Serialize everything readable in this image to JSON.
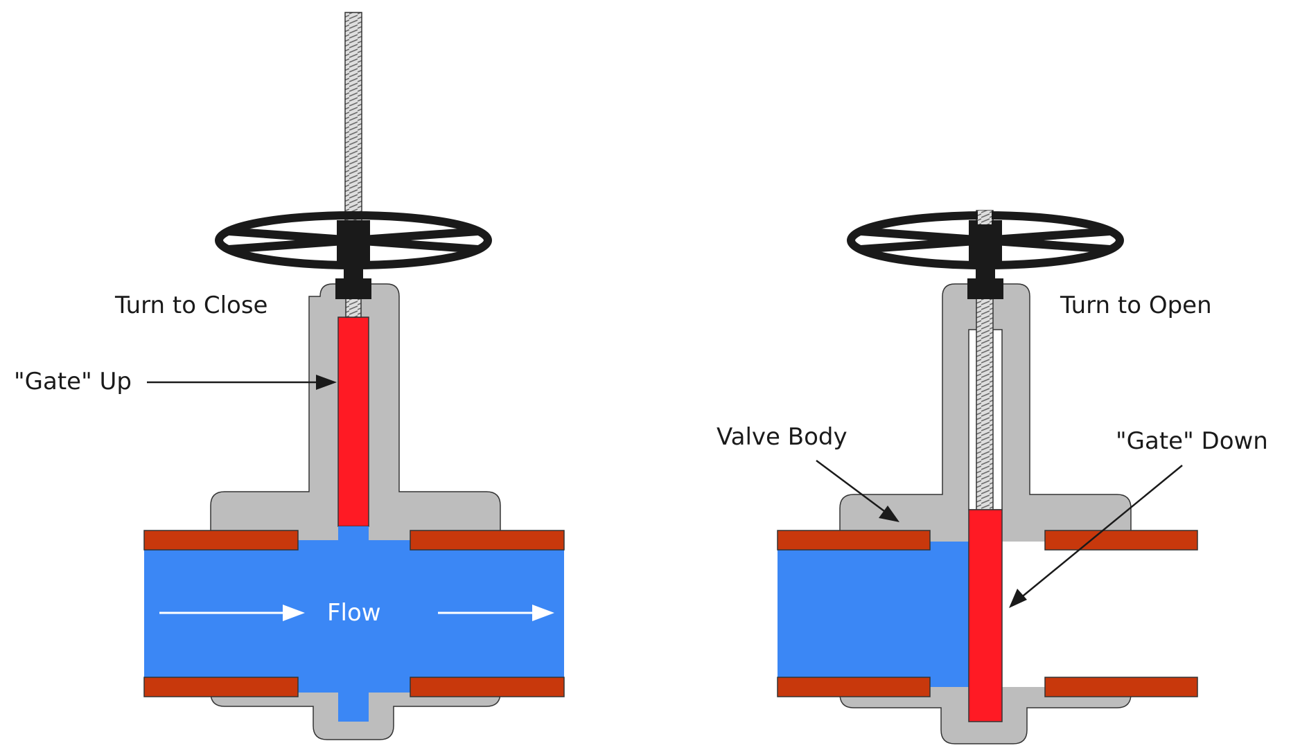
{
  "labels": {
    "turn_to_close": "Turn to Close",
    "gate_up": "\"Gate\" Up",
    "flow": "Flow",
    "turn_to_open": "Turn to Open",
    "valve_body": "Valve Body",
    "gate_down": "\"Gate\" Down"
  },
  "colors": {
    "valve_body": "#bdbdbd",
    "water": "#3b87f5",
    "gate": "#ff1a24",
    "pipe_flange": "#c8380c",
    "handwheel": "#1a1a1a",
    "stem": "#d8d8d8"
  }
}
